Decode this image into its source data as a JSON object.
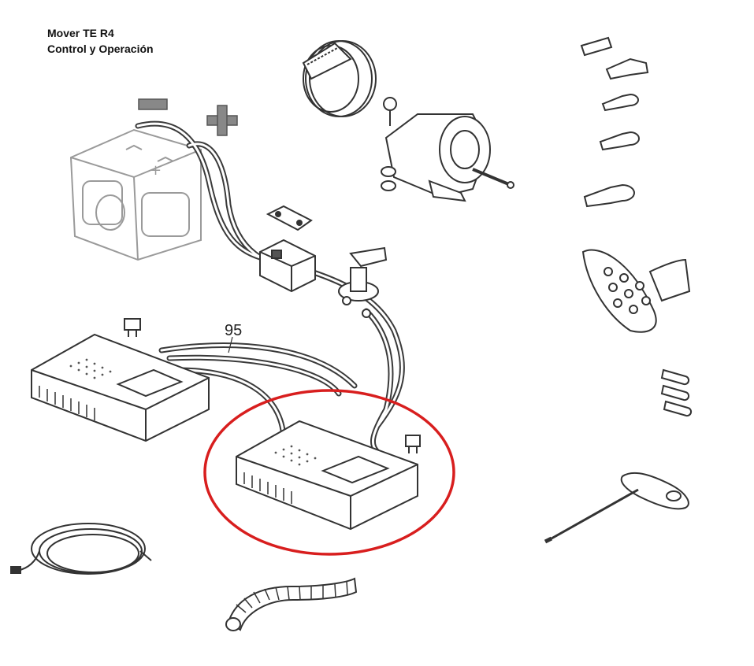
{
  "header": {
    "title_line_1": "Mover TE R4",
    "title_line_2": "Control y Operación"
  },
  "callouts": {
    "cable_harness_number": "95"
  },
  "icons": {
    "negative_terminal": "minus-sign-icon",
    "positive_terminal": "plus-sign-icon"
  },
  "colors": {
    "highlight_ring": "#d81e1e",
    "line_art": "#3a3a3a",
    "battery_ghost": "#9a9a9a"
  }
}
